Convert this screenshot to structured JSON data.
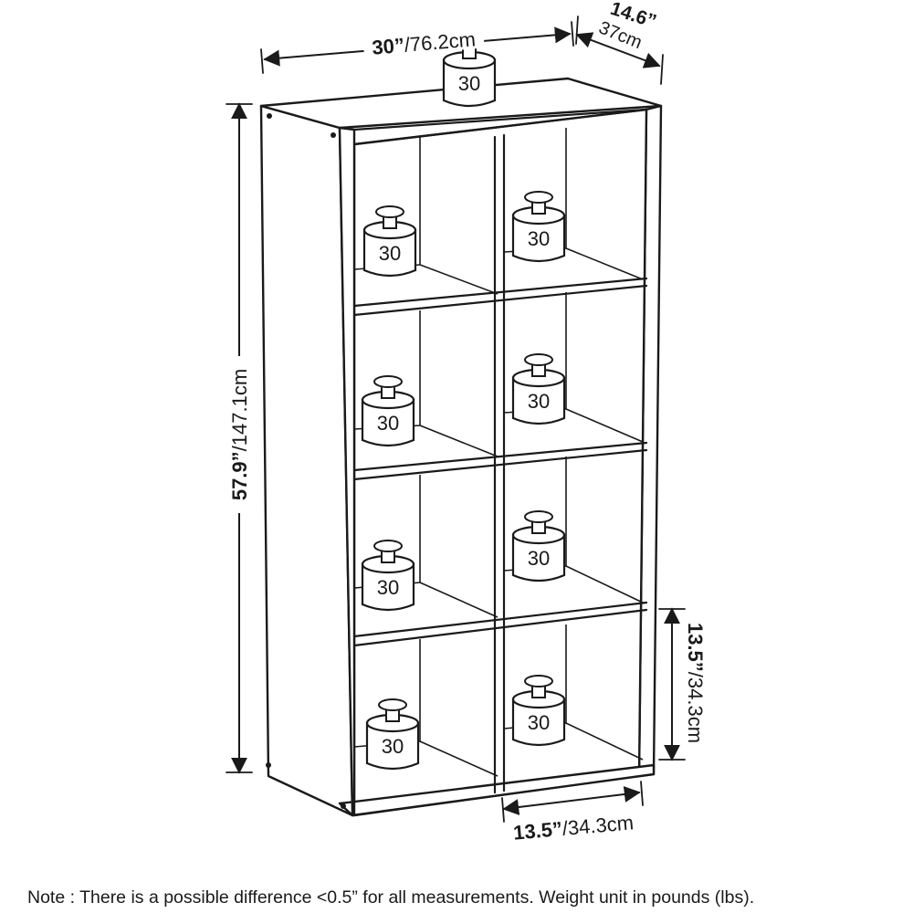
{
  "dimensions": {
    "width": {
      "imperial": "30”",
      "metric": "/76.2cm"
    },
    "depth": {
      "imperial": "14.6”",
      "metric": "37cm"
    },
    "height": {
      "imperial": "57.9”",
      "metric": "/147.1cm"
    },
    "cube_height": {
      "imperial": "13.5”",
      "metric": "/34.3cm"
    },
    "cube_width": {
      "imperial": "13.5”",
      "metric": "/34.3cm"
    }
  },
  "weights": {
    "top": "30",
    "cubes": [
      "30",
      "30",
      "30",
      "30",
      "30",
      "30",
      "30",
      "30"
    ]
  },
  "note": "Note : There is a possible difference <0.5” for all measurements. Weight unit in pounds (lbs)."
}
